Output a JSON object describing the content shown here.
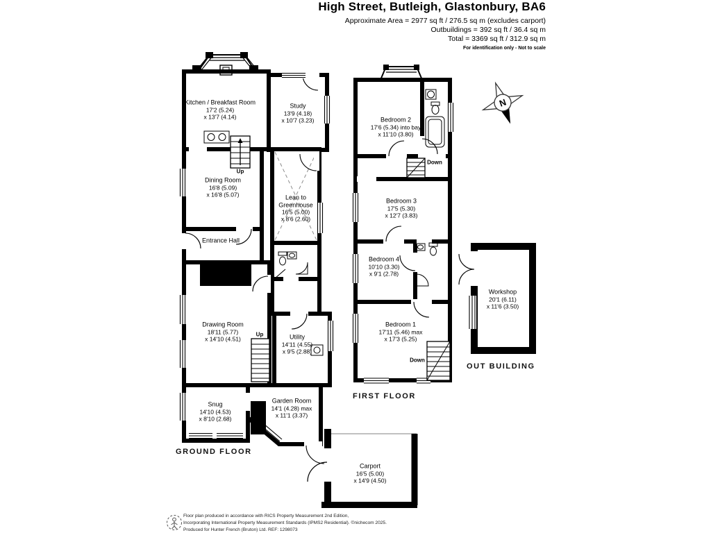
{
  "header": {
    "title": "High Street, Butleigh, Glastonbury, BA6",
    "area_line": "Approximate Area = 2977 sq ft / 276.5 sq m (excludes carport)",
    "outbuildings_line": "Outbuildings = 392 sq ft / 36.4 sq m",
    "total_line": "Total = 3369 sq ft / 312.9 sq m",
    "disclaimer": "For identification only - Not to scale"
  },
  "floors": {
    "ground": {
      "label": "GROUND FLOOR",
      "rooms": {
        "kitchen": {
          "name": "Kitchen / Breakfast Room",
          "dim1": "17'2 (5.24)",
          "dim2": "x 13'7 (4.14)"
        },
        "study": {
          "name": "Study",
          "dim1": "13'9 (4.18)",
          "dim2": "x 10'7 (3.23)"
        },
        "dining": {
          "name": "Dining Room",
          "dim1": "16'8 (5.09)",
          "dim2": "x 16'8 (5.07)"
        },
        "leanto": {
          "name": "Lean to Greenhouse",
          "dim1": "16'5 (5.00)",
          "dim2": "x 8'6 (2.60)"
        },
        "entrance": {
          "name": "Entrance Hall"
        },
        "drawing": {
          "name": "Drawing Room",
          "dim1": "18'11 (5.77)",
          "dim2": "x 14'10 (4.51)"
        },
        "utility": {
          "name": "Utility",
          "dim1": "14'11 (4.55)",
          "dim2": "x 9'5 (2.88)"
        },
        "snug": {
          "name": "Snug",
          "dim1": "14'10 (4.53)",
          "dim2": "x 8'10 (2.68)"
        },
        "garden": {
          "name": "Garden Room",
          "dim1": "14'1 (4.28) max",
          "dim2": "x 11'1 (3.37)"
        },
        "carport": {
          "name": "Carport",
          "dim1": "16'5 (5.00)",
          "dim2": "x 14'9 (4.50)"
        }
      }
    },
    "first": {
      "label": "FIRST FLOOR",
      "rooms": {
        "bedroom2": {
          "name": "Bedroom 2",
          "dim1": "17'6 (5.34) into bay",
          "dim2": "x 11'10 (3.80)"
        },
        "bedroom3": {
          "name": "Bedroom 3",
          "dim1": "17'5 (5.30)",
          "dim2": "x 12'7 (3.83)"
        },
        "bedroom4": {
          "name": "Bedroom 4",
          "dim1": "10'10 (3.30)",
          "dim2": "x 9'1 (2.78)"
        },
        "bedroom1": {
          "name": "Bedroom 1",
          "dim1": "17'11 (5.46) max",
          "dim2": "x 17'3 (5.25)"
        }
      }
    },
    "outbuilding": {
      "label": "OUT BUILDING",
      "rooms": {
        "workshop": {
          "name": "Workshop",
          "dim1": "20'1 (6.11)",
          "dim2": "x 11'6 (3.50)"
        }
      }
    }
  },
  "stairs": {
    "up": "Up",
    "down": "Down"
  },
  "compass": {
    "north": "N"
  },
  "footer": {
    "line1": "Floor plan produced in accordance with RICS Property Measurement 2nd Edition,",
    "line2": "Incorporating International Property Measurement Standards (IPMS2 Residential).  ©nichecom 2025.",
    "line3": "Produced for Hunter French (Bruton) Ltd.   REF: 1298073"
  }
}
